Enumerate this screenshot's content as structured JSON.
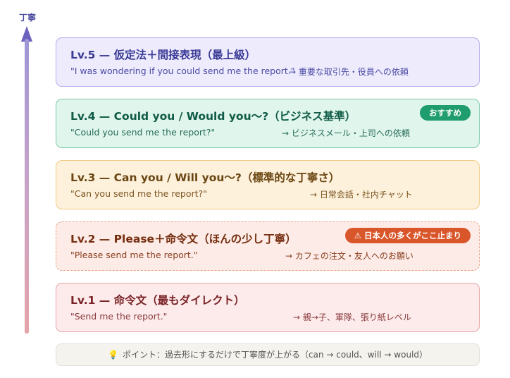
{
  "axis": {
    "label": "丁寧"
  },
  "levels": [
    {
      "title": "Lv.5 — 仮定法＋間接表現（最上級）",
      "example": "\"I was wondering if you could send me the report.\"",
      "usage": "→ 重要な取引先・役員への依頼",
      "badge": null
    },
    {
      "title": "Lv.4 — Could you / Would you〜?（ビジネス基準）",
      "example": "\"Could you send me the report?\"",
      "usage": "→ ビジネスメール・上司への依頼",
      "badge": "おすすめ"
    },
    {
      "title": "Lv.3 — Can you / Will you〜?（標準的な丁寧さ）",
      "example": "\"Can you send me the report?\"",
      "usage": "→ 日常会話・社内チャット",
      "badge": null
    },
    {
      "title": "Lv.2 — Please＋命令文（ほんの少し丁寧）",
      "example": "\"Please send me the report.\"",
      "usage": "→ カフェの注文・友人へのお願い",
      "badge": "⚠ 日本人の多くがここ止まり"
    },
    {
      "title": "Lv.1 — 命令文（最もダイレクト）",
      "example": "\"Send me the report.\"",
      "usage": "→ 親→子、軍隊、張り紙レベル",
      "badge": null
    }
  ],
  "tip": {
    "icon": "lightbulb-icon",
    "text": "ポイント：過去形にするだけで丁寧度が上がる（can → could、will → would）"
  },
  "colors": {
    "recommended_badge": "#1f9d6e",
    "warning_badge": "#d9562b",
    "axis_arrow": "#6b63bd"
  }
}
